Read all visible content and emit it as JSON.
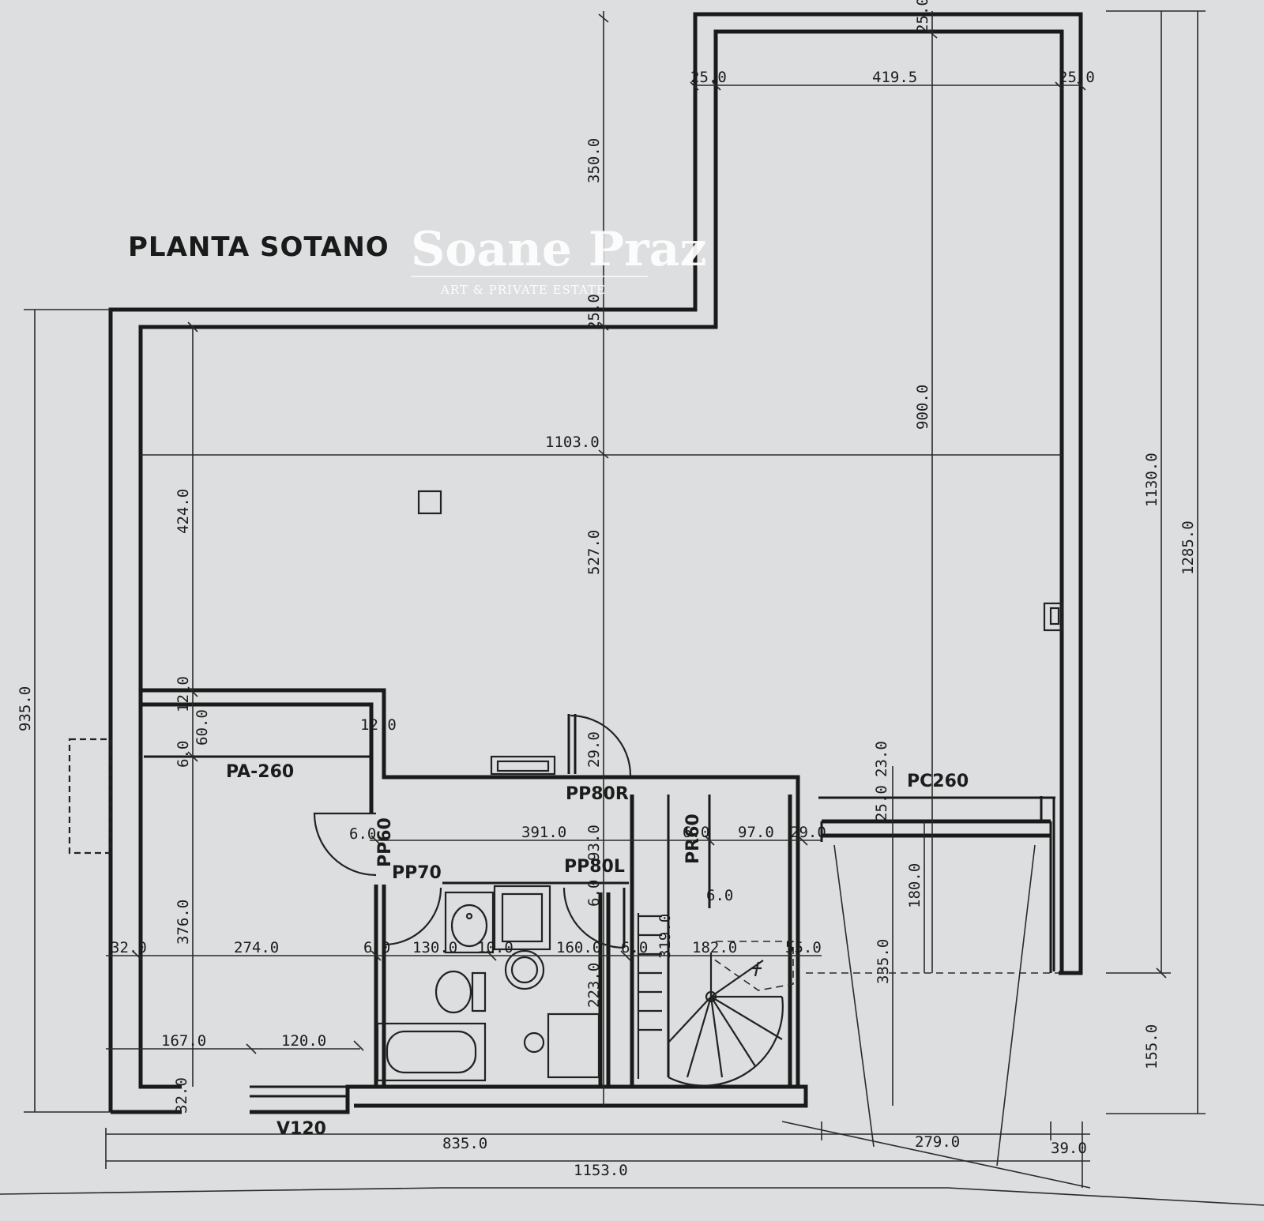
{
  "title": "PLANTA SOTANO",
  "watermark": {
    "name": "Soane Praz",
    "subtitle": "ART & PRIVATE ESTATE"
  },
  "labels": {
    "pa260": "PA-260",
    "pc260": "PC260",
    "pp80r": "PP80R",
    "pp80l": "PP80L",
    "pp70": "PP70",
    "pp60": "PP60",
    "pr60": "PR60",
    "v120": "V120"
  },
  "dims": {
    "d25a": "25.0",
    "d4195": "419.5",
    "d25b": "25.0",
    "d25c": "25.0",
    "d25d": "25.0",
    "d350": "350.0",
    "d900": "900.0",
    "d1103": "1103.0",
    "d1130": "1130.0",
    "d1285": "1285.0",
    "d424": "424.0",
    "d527": "527.0",
    "d935": "935.0",
    "d12": "12.0",
    "d60": "60.0",
    "d6a": "6.0",
    "d12b": "12.0",
    "d29": "29.0",
    "d23": "23.0",
    "d25e": "25.0",
    "d6b": "6.0",
    "d391": "391.0",
    "d93": "93.0",
    "d6c": "6.0",
    "d97": "97.0",
    "d29b": "29.0",
    "d180": "180.0",
    "d376": "376.0",
    "d6d": "6.0",
    "d6e": "6.0",
    "d32a": "32.0",
    "d274": "274.0",
    "d6f": "6.0",
    "d130": "130.0",
    "d10": "10.0",
    "d160": "160.0",
    "d6g": "6.0",
    "d319": "319.0",
    "d182": "182.0",
    "d55": "55.0",
    "d335": "335.0",
    "d223": "223.0",
    "d155": "155.0",
    "d167": "167.0",
    "d120": "120.0",
    "d32b": "32.0",
    "d835": "835.0",
    "d279": "279.0",
    "d39": "39.0",
    "d1153": "1153.0"
  }
}
